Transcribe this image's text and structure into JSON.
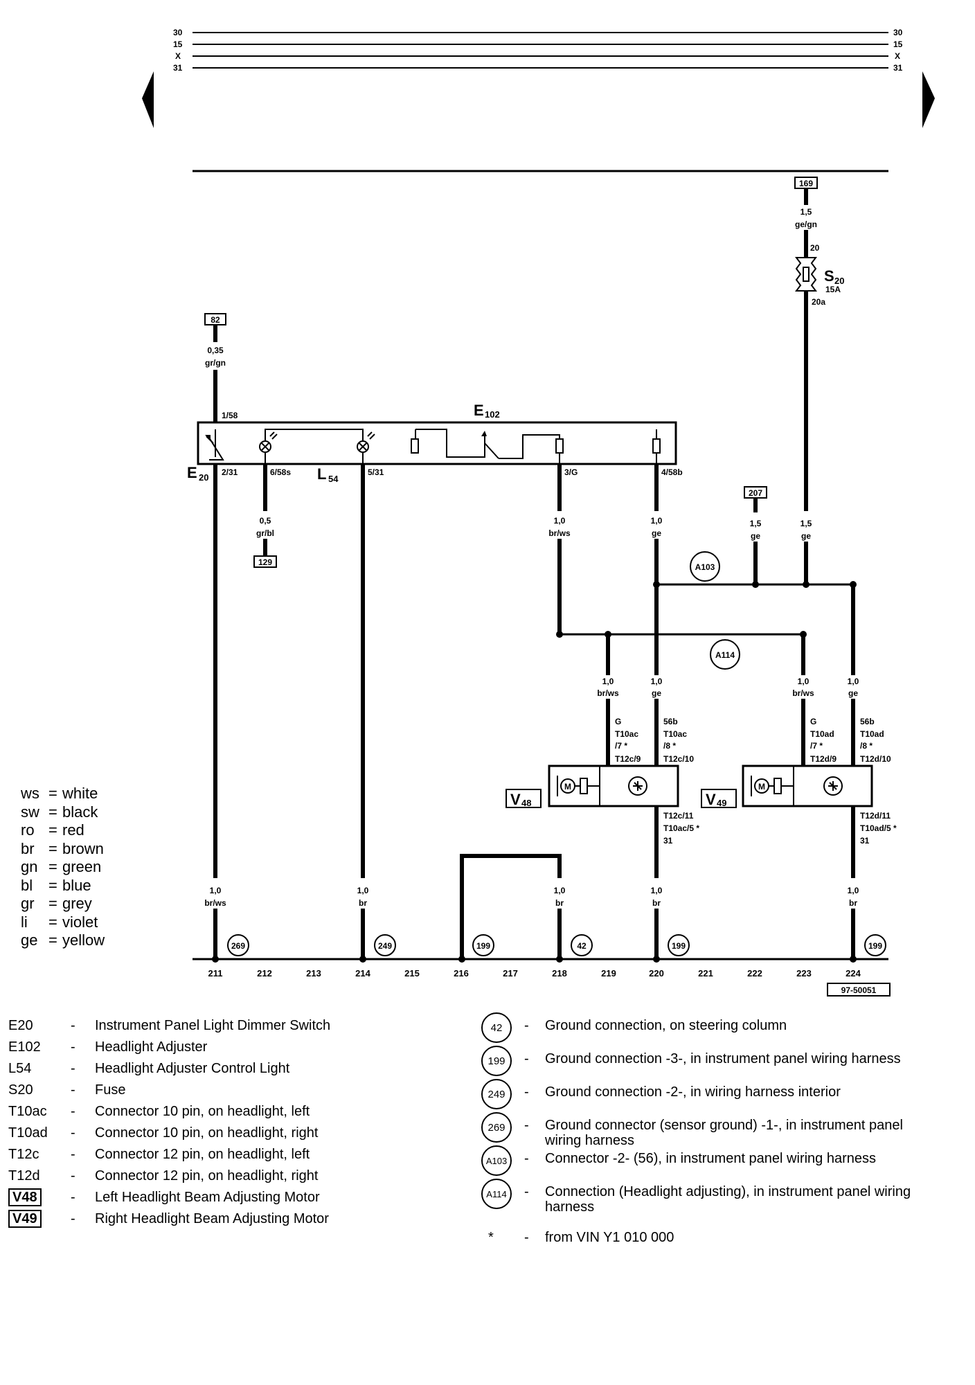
{
  "bus": {
    "labels": [
      "30",
      "15",
      "X",
      "31"
    ]
  },
  "ref_boxes": {
    "top_right": "169",
    "top_left": "82",
    "bottom_left": "129",
    "mid": "207"
  },
  "wires": {
    "w169": {
      "size": "1,5",
      "color": "ge/gn"
    },
    "w82": {
      "size": "0,35",
      "color": "gr/gn"
    },
    "w129": {
      "size": "0,5",
      "color": "gr/bl"
    },
    "w3g": {
      "size": "1,0",
      "color": "br/ws"
    },
    "w458": {
      "size": "1,0",
      "color": "ge"
    },
    "w207": {
      "size": "1,5",
      "color": "ge"
    },
    "ws20": {
      "size": "1,5",
      "color": "ge"
    },
    "wl1": {
      "size": "1,0",
      "color": "br/ws"
    },
    "wl2": {
      "size": "1,0",
      "color": "ge"
    },
    "wr1": {
      "size": "1,0",
      "color": "br/ws"
    },
    "wr2": {
      "size": "1,0",
      "color": "ge"
    },
    "g211": {
      "size": "1,0",
      "color": "br/ws"
    },
    "g214": {
      "size": "1,0",
      "color": "br"
    },
    "g218": {
      "size": "1,0",
      "color": "br"
    },
    "g220": {
      "size": "1,0",
      "color": "br"
    },
    "g224": {
      "size": "1,0",
      "color": "br"
    }
  },
  "pins": {
    "s20_in": "20",
    "s20_out": "20a",
    "e102_158": "1/58",
    "e102_231": "2/31",
    "e102_658s": "6/58s",
    "e102_531": "5/31",
    "e102_3g": "3/G",
    "e102_458b": "4/58b",
    "v48_g": "G",
    "v48_t10": "T10ac",
    "v48_7": "/7 *",
    "v48_t12_9": "T12c/9",
    "v48_56b": "56b",
    "v48_t10b": "T10ac",
    "v48_8": "/8 *",
    "v48_t12_10": "T12c/10",
    "v48_t12_11": "T12c/11",
    "v48_t10_5": "T10ac/5 *",
    "v48_31": "31",
    "v49_g": "G",
    "v49_t10": "T10ad",
    "v49_7": "/7 *",
    "v49_t12_9": "T12d/9",
    "v49_56b": "56b",
    "v49_t10b": "T10ad",
    "v49_8": "/8 *",
    "v49_t12_10": "T12d/10",
    "v49_t12_11": "T12d/11",
    "v49_t10_5": "T10ad/5 *",
    "v49_31": "31"
  },
  "components": {
    "s20": {
      "letter": "S",
      "sub": "20",
      "rating": "15A"
    },
    "e102": {
      "letter": "E",
      "sub": "102"
    },
    "e20": {
      "letter": "E",
      "sub": "20"
    },
    "l54": {
      "letter": "L",
      "sub": "54"
    },
    "v48": {
      "letter": "V",
      "sub": "48"
    },
    "v49": {
      "letter": "V",
      "sub": "49"
    },
    "m": "M"
  },
  "junctions": {
    "a103": "A103",
    "a114": "A114"
  },
  "grounds": [
    "269",
    "249",
    "199",
    "42",
    "199",
    "199"
  ],
  "tracks": [
    "211",
    "212",
    "213",
    "214",
    "215",
    "216",
    "217",
    "218",
    "219",
    "220",
    "221",
    "222",
    "223",
    "224"
  ],
  "diagram_id": "97-50051",
  "color_legend": [
    {
      "code": "ws",
      "eq": "=",
      "name": "white"
    },
    {
      "code": "sw",
      "eq": "=",
      "name": "black"
    },
    {
      "code": "ro",
      "eq": "=",
      "name": "red"
    },
    {
      "code": "br",
      "eq": "=",
      "name": "brown"
    },
    {
      "code": "gn",
      "eq": "=",
      "name": "green"
    },
    {
      "code": "bl",
      "eq": "=",
      "name": "blue"
    },
    {
      "code": "gr",
      "eq": "=",
      "name": "grey"
    },
    {
      "code": "li",
      "eq": "=",
      "name": "violet"
    },
    {
      "code": "ge",
      "eq": "=",
      "name": "yellow"
    }
  ],
  "component_list": [
    {
      "code": "E20",
      "desc": "Instrument Panel Light Dimmer Switch"
    },
    {
      "code": "E102",
      "desc": "Headlight Adjuster"
    },
    {
      "code": "L54",
      "desc": "Headlight Adjuster Control Light"
    },
    {
      "code": "S20",
      "desc": "Fuse"
    },
    {
      "code": "T10ac",
      "desc": "Connector 10 pin, on headlight, left"
    },
    {
      "code": "T10ad",
      "desc": "Connector 10 pin, on headlight, right"
    },
    {
      "code": "T12c",
      "desc": "Connector 12 pin, on headlight, left"
    },
    {
      "code": "T12d",
      "desc": "Connector 12 pin, on headlight, right"
    },
    {
      "code": "V48",
      "desc": "Left Headlight Beam Adjusting Motor"
    },
    {
      "code": "V49",
      "desc": "Right Headlight Beam Adjusting Motor"
    }
  ],
  "ground_list": [
    {
      "code": "42",
      "desc": "Ground connection, on steering column"
    },
    {
      "code": "199",
      "desc": "Ground connection -3-, in instrument panel wiring harness"
    },
    {
      "code": "249",
      "desc": "Ground connection -2-, in wiring harness interior"
    },
    {
      "code": "269",
      "desc": "Ground connector (sensor ground) -1-, in instrument panel wiring harness"
    },
    {
      "code": "A103",
      "desc": "Connector -2- (56), in instrument panel wiring harness"
    },
    {
      "code": "A114",
      "desc": "Connection (Headlight adjusting), in instrument panel wiring harness"
    }
  ],
  "footnote": {
    "symbol": "*",
    "desc": "from VIN Y1 010 000"
  },
  "dash": "-"
}
